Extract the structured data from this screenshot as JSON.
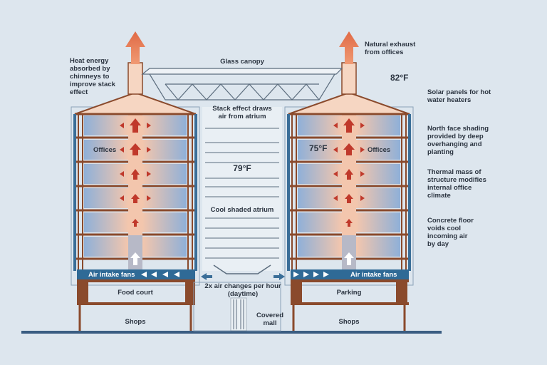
{
  "labels": {
    "heat_energy": "Heat energy\nabsorbed by\nchimneys to\nimprove stack\neffect",
    "glass_canopy": "Glass canopy",
    "natural_exhaust": "Natural exhaust\nfrom offices",
    "outside_temp": "82°F",
    "solar_panels": "Solar panels for hot\nwater heaters",
    "stack_effect": "Stack effect draws\nair from atrium",
    "north_face": "North face shading\nprovided by deep\noverhanging and\nplanting",
    "offices_left": "Offices",
    "offices_right": "Offices",
    "office_temp": "75°F",
    "atrium_temp": "79°F",
    "thermal_mass": "Thermal mass of\nstructure modifies\ninternal office\nclimate",
    "cool_atrium": "Cool shaded atrium",
    "concrete_floor": "Concrete floor\nvoids cool\nincoming air\nby day",
    "air_intake_left": "Air intake fans",
    "air_intake_right": "Air intake fans",
    "air_changes": "2x air changes per hour\n(daytime)",
    "food_court": "Food court",
    "parking": "Parking",
    "shops_left": "Shops",
    "shops_right": "Shops",
    "covered_mall": "Covered\nmall"
  },
  "colors": {
    "background": "#dde6ee",
    "structure": "#8a4a2c",
    "warm_air": "#f3c6ad",
    "cool_air": "#8fb0d8",
    "arrow_red": "#c0392b",
    "fan_band": "#2f6a96",
    "exhaust_arrow": "#e07a4f"
  }
}
